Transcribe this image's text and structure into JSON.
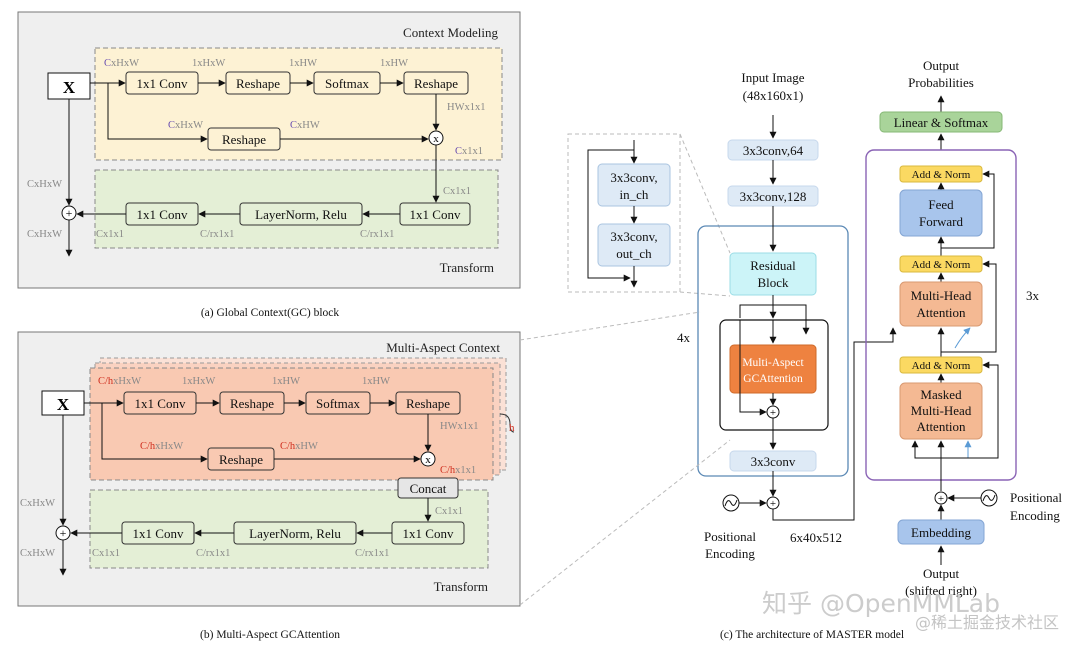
{
  "panel_a": {
    "title": "Context Modeling",
    "transform": "Transform",
    "caption": "(a) Global Context(GC) block",
    "x": "X",
    "boxes": {
      "conv1": "1x1 Conv",
      "reshape1": "Reshape",
      "softmax": "Softmax",
      "reshape2": "Reshape",
      "reshape3": "Reshape",
      "conv2": "1x1 Conv",
      "layernorm": "LayerNorm, Relu",
      "conv3": "1x1 Conv"
    },
    "dims": {
      "d1_c": "C",
      "d1_rest": "xHxW",
      "d2": "1xHxW",
      "d3": "1xHW",
      "d4": "1xHW",
      "d5": "HWx1x1",
      "d6_c": "C",
      "d6_rest": "xHxW",
      "d7_c": "C",
      "d7_rest": "xHW",
      "d8_c": "C",
      "d8_rest": "x1x1",
      "d9": "Cx1x1",
      "d10": "Cx1x1",
      "d11": "C/rx1x1",
      "d12": "C/rx1x1",
      "d13": "CxHxW",
      "d14": "CxHxW"
    }
  },
  "panel_b": {
    "title": "Multi-Aspect Context",
    "transform": "Transform",
    "caption": "(b) Multi-Aspect GCAttention",
    "x": "X",
    "h": "h",
    "boxes": {
      "conv1": "1x1 Conv",
      "reshape1": "Reshape",
      "softmax": "Softmax",
      "reshape2": "Reshape",
      "reshape3": "Reshape",
      "concat": "Concat",
      "conv2": "1x1 Conv",
      "layernorm": "LayerNorm, Relu",
      "conv3": "1x1 Conv"
    },
    "dims": {
      "d1_c": "C/h",
      "d1_rest": "xHxW",
      "d2": "1xHxW",
      "d3": "1xHW",
      "d4": "1xHW",
      "d5": "HWx1x1",
      "d6_c": "C/h",
      "d6_rest": "xHxW",
      "d7_c": "C/h",
      "d7_rest": "xHW",
      "d8_c": "C/h",
      "d8_rest": "x1x1",
      "d9": "Cx1x1",
      "d10": "Cx1x1",
      "d11": "C/rx1x1",
      "d12": "C/rx1x1",
      "d13": "CxHxW",
      "d14": "CxHxW"
    }
  },
  "panel_c": {
    "caption": "(c) The architecture of MASTER model",
    "input_l1": "Input Image",
    "input_l2": "(48x160x1)",
    "conv64": "3x3conv,64",
    "conv128": "3x3conv,128",
    "res_l1": "Residual",
    "res_l2": "Block",
    "mag_l1": "Multi-Aspect",
    "mag_l2": "GCAttention",
    "conv_end": "3x3conv",
    "four_x": "4x",
    "pos_enc_l1": "Positional",
    "pos_enc_l2": "Encoding",
    "shape": "6x40x512",
    "inset_conv1_l1": "3x3conv,",
    "inset_conv1_l2": "in_ch",
    "inset_conv2_l1": "3x3conv,",
    "inset_conv2_l2": "out_ch",
    "out_prob_l1": "Output",
    "out_prob_l2": "Probabilities",
    "linear": "Linear & Softmax",
    "addnorm": "Add & Norm",
    "ff_l1": "Feed",
    "ff_l2": "Forward",
    "mha_l1": "Multi-Head",
    "mha_l2": "Attention",
    "mmha_l1": "Masked",
    "mmha_l2": "Multi-Head",
    "mmha_l3": "Attention",
    "three_x": "3x",
    "embedding": "Embedding",
    "dec_pos_l1": "Positional",
    "dec_pos_l2": "Encoding",
    "output_l1": "Output",
    "output_l2": "(shifted right)"
  },
  "watermark": {
    "line1": "知乎 @OpenMMLab",
    "line2": "@稀土掘金技术社区"
  },
  "colors": {
    "context_fill": "#fdf2d4",
    "context_fill_b": "#f9c9b2",
    "transform_fill": "#e4efd6",
    "panel_bg": "#efefef",
    "light_blue": "#deeaf6",
    "cyan": "#ccf4f8",
    "orange": "#ee8240",
    "linear_green": "#a9d49a",
    "addnorm_yellow": "#fbd962",
    "ff_blue": "#a8c5ec",
    "mha_salmon": "#f4b993",
    "embed_blue": "#a8c5ec",
    "purple_border": "#8a63b5",
    "blue_border": "#5b89b5"
  }
}
